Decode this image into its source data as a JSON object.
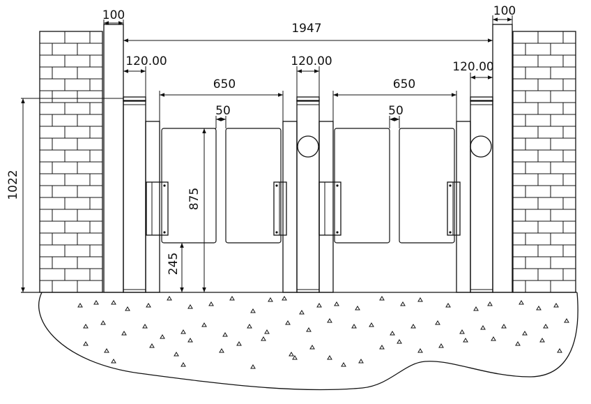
{
  "dimensions": {
    "wall_thickness_left": "100",
    "wall_thickness_right": "100",
    "overall_width": "1947",
    "cabinet_width_left": "120.00",
    "cabinet_width_center": "120.00",
    "cabinet_width_right": "120.00",
    "lane_width_left": "650",
    "lane_width_right": "650",
    "gap_left": "50",
    "gap_right": "50",
    "total_height": "1022",
    "panel_height": "875",
    "ground_clearance": "245"
  },
  "colors": {
    "line": "#111111",
    "background": "#ffffff"
  }
}
